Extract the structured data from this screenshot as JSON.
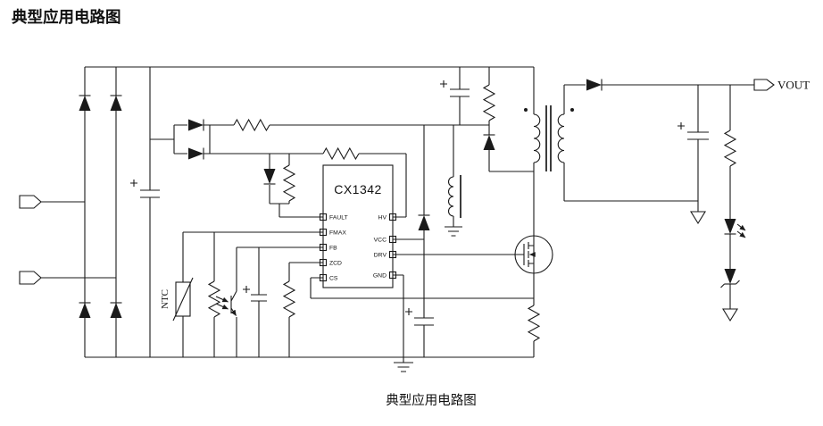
{
  "page": {
    "title": "典型应用电路图",
    "caption": "典型应用电路图"
  },
  "chip": {
    "name": "CX1342",
    "pins_left": [
      "FAULT",
      "FMAX",
      "FB",
      "ZCD",
      "CS"
    ],
    "pins_right": [
      "HV",
      "VCC",
      "DRV",
      "GND"
    ]
  },
  "labels": {
    "ntc": "NTC",
    "vout": "VOUT"
  },
  "colors": {
    "line": "#1a1a1a",
    "background": "#ffffff"
  }
}
